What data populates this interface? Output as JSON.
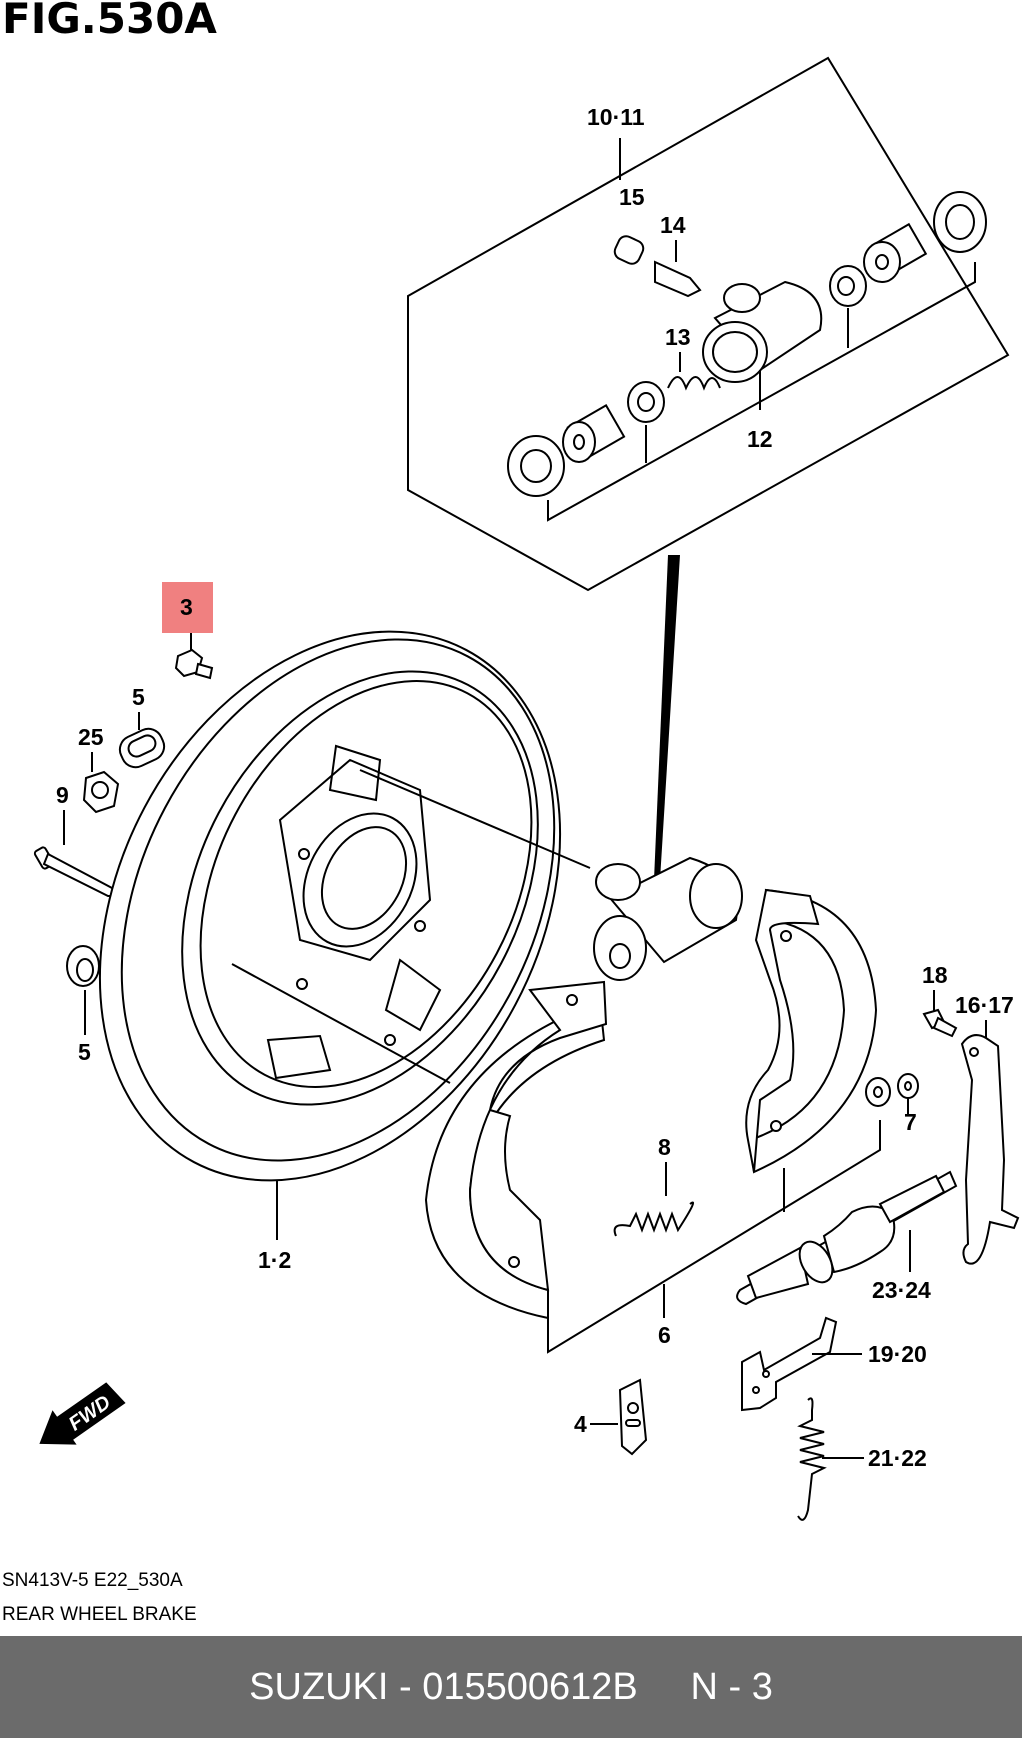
{
  "figure": {
    "title": "FIG.530A",
    "highlight_color": "#f08080",
    "labels": {
      "l10_11": "10·11",
      "l15": "15",
      "l14": "14",
      "l13": "13",
      "l12": "12",
      "l3": "3",
      "l5a": "5",
      "l25": "25",
      "l9": "9",
      "l5b": "5",
      "l1_2": "1·2",
      "l18": "18",
      "l16_17": "16·17",
      "l7": "7",
      "l8": "8",
      "l23_24": "23·24",
      "l6": "6",
      "l19_20": "19·20",
      "l4": "4",
      "l21_22": "21·22",
      "fwd": "FWD"
    }
  },
  "caption": {
    "code": "SN413V-5 E22_530A",
    "title": "REAR WHEEL BRAKE"
  },
  "footer": {
    "text": "SUZUKI - 015500612B     N - 3",
    "bg_color": "#6b6b6b"
  }
}
